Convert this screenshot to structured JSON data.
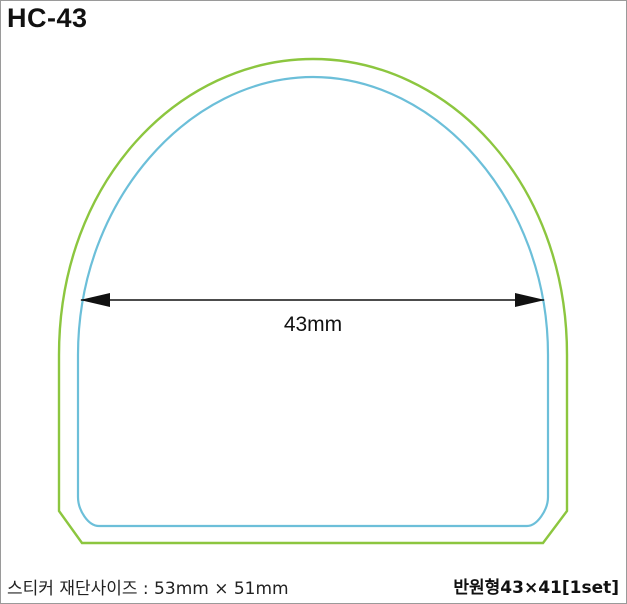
{
  "title": "HC-43",
  "dimension": {
    "label": "43mm"
  },
  "footer": {
    "size_text": "스티커 재단사이즈 : 53mm × 51mm",
    "shape_text": "반원형43×41[1set]"
  },
  "colors": {
    "outer_cut_line": "#8cc63f",
    "inner_line": "#6cbfd9",
    "dimension_line": "#111111",
    "frame_border": "#9a9a9a"
  }
}
